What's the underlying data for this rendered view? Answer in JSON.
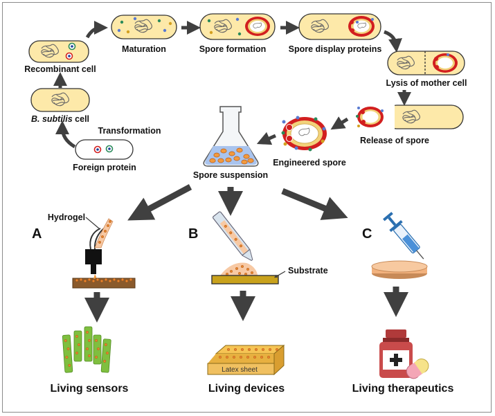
{
  "labels": {
    "recombinant_cell": "Recombinant cell",
    "b_subtilis_italic": "B. subtilis",
    "b_subtilis_rest": " cell",
    "transformation": "Transformation",
    "foreign_protein": "Foreign protein",
    "maturation": "Maturation",
    "spore_formation": "Spore formation",
    "spore_display_proteins": "Spore display proteins",
    "lysis_of_mother_cell": "Lysis of mother cell",
    "release_of_spore": "Release of spore",
    "engineered_spore": "Engineered spore",
    "spore_suspension": "Spore suspension",
    "hydrogel": "Hydrogel",
    "substrate": "Substrate",
    "latex_sheet": "Latex sheet",
    "panel_a": "A",
    "panel_b": "B",
    "panel_c": "C",
    "living_sensors": "Living sensors",
    "living_devices": "Living devices",
    "living_therapeutics": "Living therapeutics"
  },
  "colors": {
    "cell_fill": "#fde9a9",
    "spore_red": "#d21f1f",
    "arrow": "#404040",
    "dna": "#666666",
    "flask_liquid": "#a9c4ee",
    "sensor_green": "#7fbf3f",
    "substrate_brown": "#8a5a2b",
    "device_yellow": "#f6c454",
    "dish_peach": "#f2b27e",
    "bottle_red": "#c94b4b",
    "capsule_pink": "#f4a6b6"
  },
  "icons": [
    "hydrogel-printer-icon",
    "pipette-icon",
    "syringe-icon",
    "petri-dish-icon",
    "medicine-bottle-icon",
    "capsule-icon",
    "flask-icon"
  ]
}
